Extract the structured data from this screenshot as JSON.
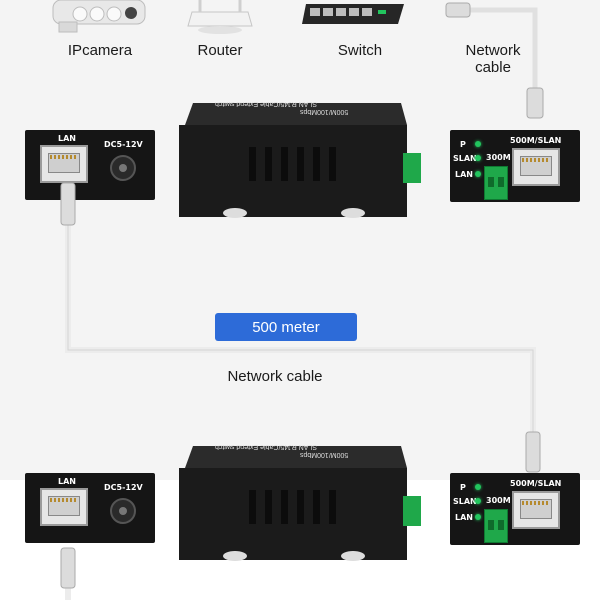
{
  "top_labels": {
    "ipcamera": "IPcamera",
    "router": "Router",
    "switch": "Switch",
    "network_cable": "Network cable"
  },
  "distance_badge": "500 meter",
  "middle_cable_label": "Network cable",
  "panel_left": {
    "lan": "LAN",
    "dc": "DC5-12V"
  },
  "panel_right": {
    "port": "500M/SLAN",
    "p": "P",
    "slan": "SLAN",
    "lan": "LAN",
    "mode": "300M"
  },
  "device_top_text": "SLAN RJ45/Cable Extend switch",
  "device_speed_text": "500M/100Mbps",
  "colors": {
    "badge": "#2d6bd8",
    "led": "#22c55e",
    "terminal": "#1fa84a"
  }
}
